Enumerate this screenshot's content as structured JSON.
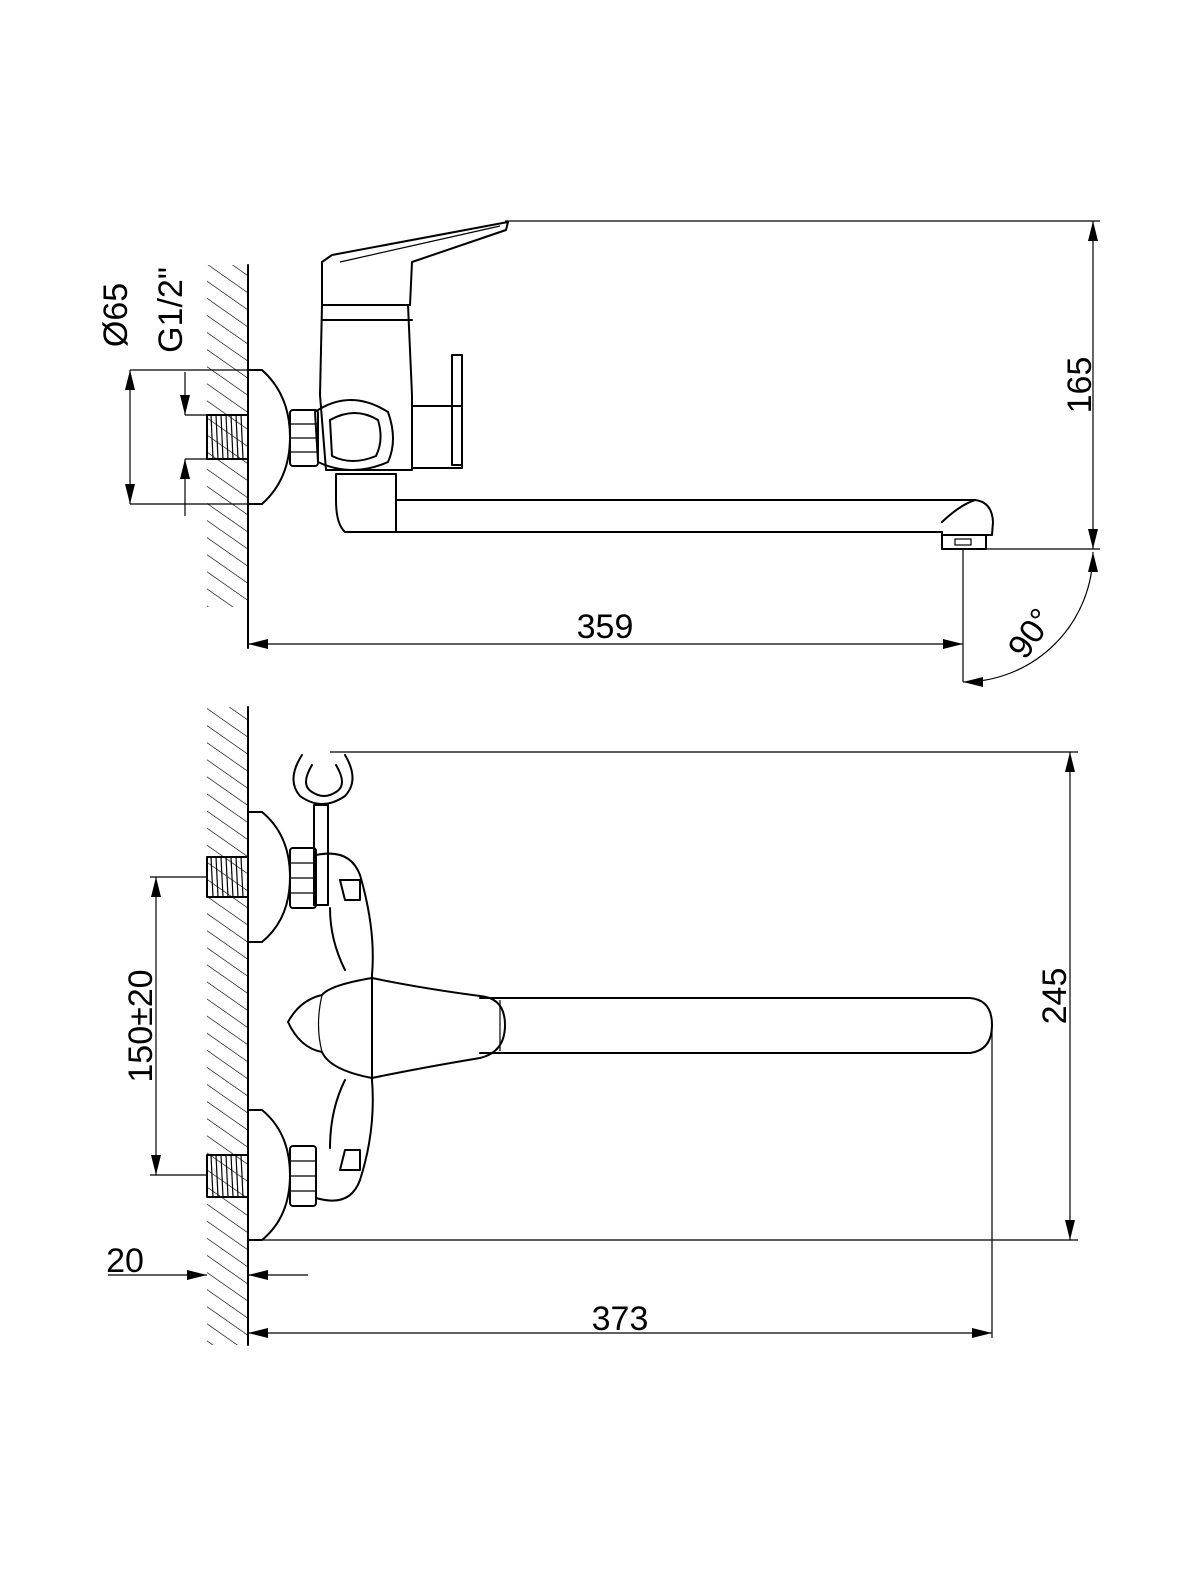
{
  "top_view": {
    "dims": {
      "height": "165",
      "spout_length": "359",
      "diameter": "Ø65",
      "thread": "G1/2\"",
      "angle": "90°"
    }
  },
  "front_view": {
    "dims": {
      "height": "245",
      "center_distance": "150±20",
      "wall_offset": "20",
      "overall_length": "373"
    }
  }
}
